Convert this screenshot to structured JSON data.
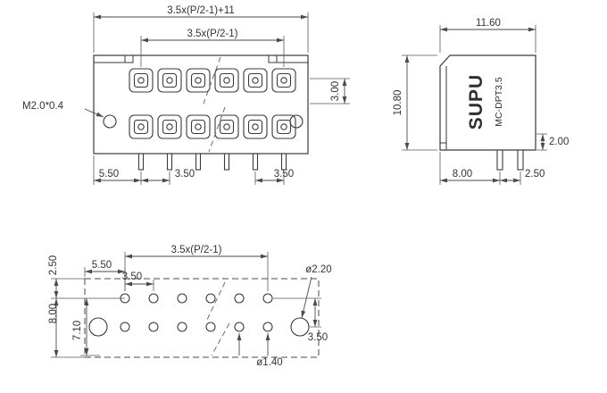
{
  "colors": {
    "ink": "#3a3a3a",
    "dim": "#4a4a4a",
    "background": "#ffffff"
  },
  "front_view": {
    "dim_overall": "3.5x(P/2-1)+11",
    "dim_span": "3.5x(P/2-1)",
    "thread_label": "M2.0*0.4",
    "dim_row_height": "3.00",
    "dim_edge_to_pin": "5.50",
    "dim_pitch": "3.50",
    "dim_pitch_right": "3.50"
  },
  "side_view": {
    "dim_width": "11.60",
    "dim_height": "10.80",
    "dim_step": "2.00",
    "dim_pin_offset": "8.00",
    "dim_pin_pitch": "2.50",
    "brand": "SUPU",
    "model": "MC-DPT3.5"
  },
  "pcb_view": {
    "dim_span": "3.5x(P/2-1)",
    "dim_edge_to_hole": "5.50",
    "dim_pitch": "3.50",
    "dim_top_offset": "2.50",
    "dim_col_height": "8.00",
    "dim_row_offset": "7.10",
    "big_hole_dia": "ø2.20",
    "dim_row_gap": "3.50",
    "small_hole_dia": "ø1.40"
  }
}
